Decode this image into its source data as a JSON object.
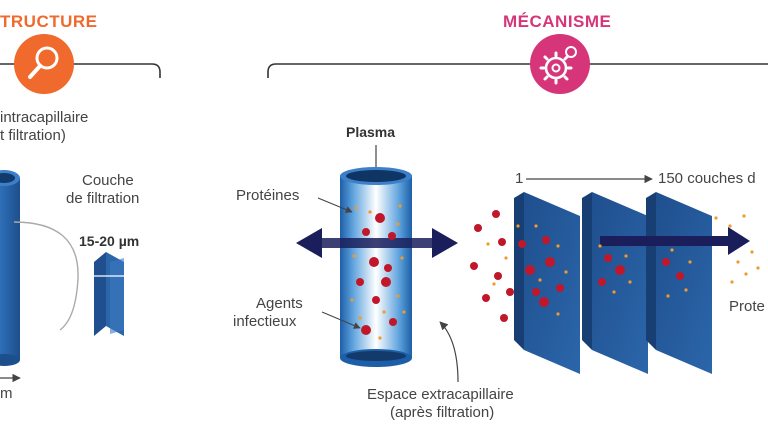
{
  "sections": {
    "structure": {
      "heading": "TRUCTURE",
      "accent": "#ef6a2c",
      "icon": "magnifier-icon",
      "labels": {
        "intracap_line1": "intracapillaire",
        "intracap_line2": "t filtration)",
        "layer_line1": "Couche",
        "layer_line2": "de filtration",
        "thickness": "15-20 µm",
        "bottom_unit": "m"
      }
    },
    "mechanism": {
      "heading": "MÉCANISME",
      "accent": "#d6357a",
      "icon": "gear-icon",
      "labels": {
        "plasma": "Plasma",
        "proteins": "Protéines",
        "agents_line1": "Agents",
        "agents_line2": "infectieux",
        "extra_line1": "Espace extracapillaire",
        "extra_line2": "(après filtration)",
        "layers_start": "1",
        "layers_end": "150 couches d",
        "proteins_right": "Prote"
      }
    }
  },
  "colors": {
    "tube_dark": "#1d4f8c",
    "tube_mid": "#2e6fb8",
    "membrane": "#2a5d9a",
    "arrow": "#1a1f5c",
    "particle_red": "#c0172a",
    "particle_orange": "#f09a2c",
    "line_gray": "#444444"
  }
}
